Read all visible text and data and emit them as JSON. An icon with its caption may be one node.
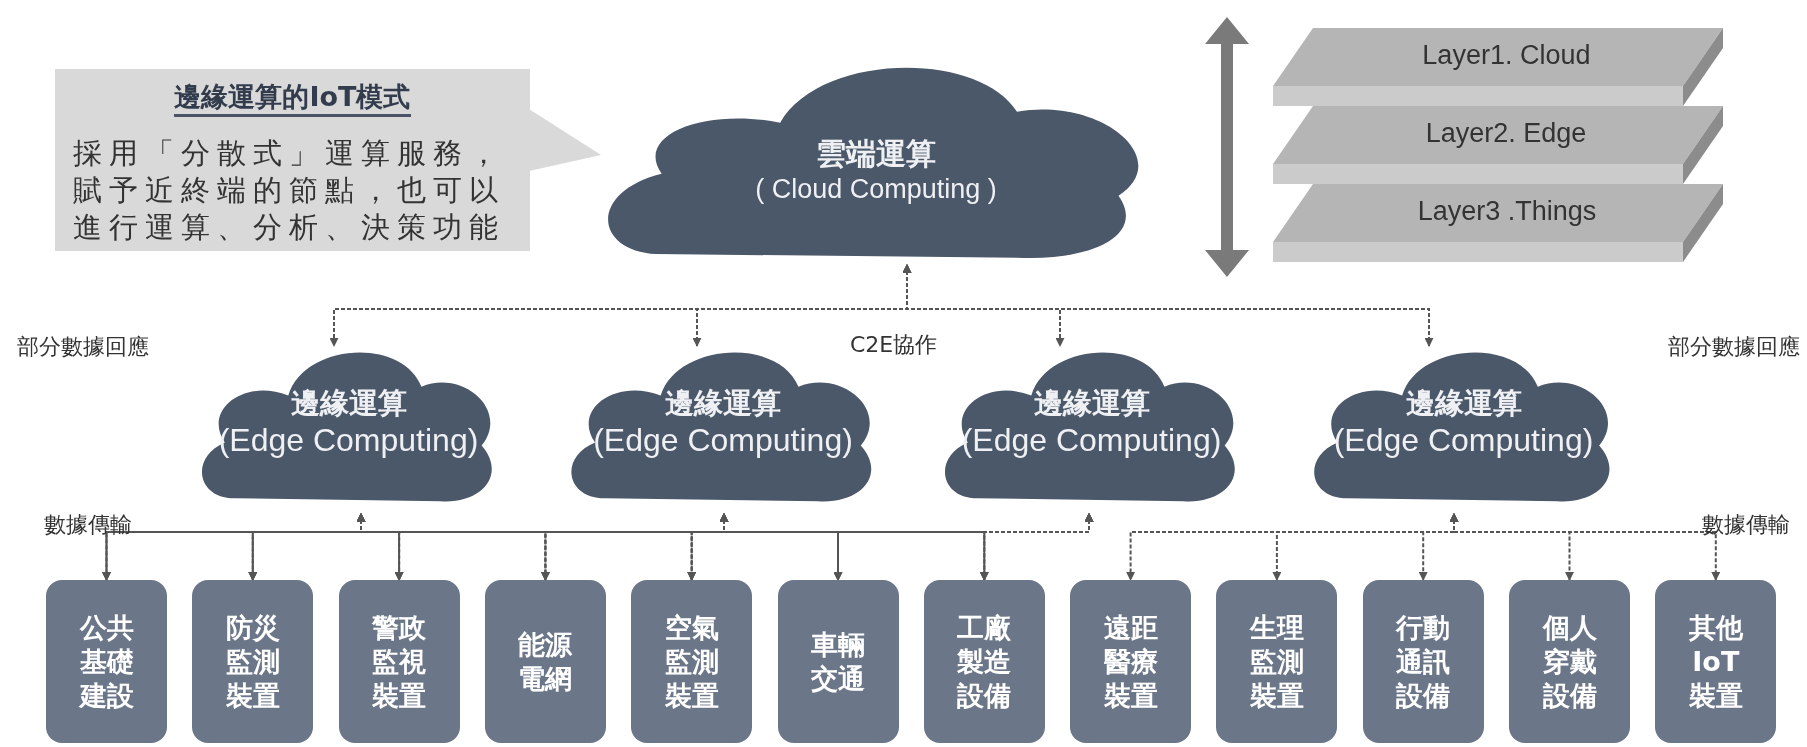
{
  "diagram": {
    "nodes": [
      {
        "text": [
          "邊緣運算的IoT模式",
          "採用「分散式」運算服務，賦予近終端的節點，也可以進行運算、分析、決策功能"
        ]
      },
      {
        "text": [
          "雲端運算",
          "( Cloud Computing )"
        ]
      },
      {
        "text": [
          "Layer1. Cloud"
        ]
      },
      {
        "text": [
          "Layer2. Edge"
        ]
      },
      {
        "text": [
          "Layer3 .Things"
        ]
      },
      {
        "text": [
          "邊緣運算",
          "(Edge Computing)"
        ]
      },
      {
        "text": [
          "邊緣運算",
          "(Edge Computing)"
        ]
      },
      {
        "text": [
          "邊緣運算",
          "(Edge Computing)"
        ]
      },
      {
        "text": [
          "邊緣運算",
          "(Edge Computing)"
        ]
      },
      {
        "text": [
          "公共基礎建設"
        ]
      },
      {
        "text": [
          "防災監測裝置"
        ]
      },
      {
        "text": [
          "警政監視裝置"
        ]
      },
      {
        "text": [
          "能源電網"
        ]
      },
      {
        "text": [
          "空氣監測裝置"
        ]
      },
      {
        "text": [
          "車輛交通"
        ]
      },
      {
        "text": [
          "工廠製造設備"
        ]
      },
      {
        "text": [
          "遠距醫療裝置"
        ]
      },
      {
        "text": [
          "生理監測裝置"
        ]
      },
      {
        "text": [
          "行動通訊設備"
        ]
      },
      {
        "text": [
          "個人穿戴設備"
        ]
      },
      {
        "text": [
          "其他IoT裝置"
        ]
      }
    ],
    "edges": [
      {
        "from": 1,
        "to": 5,
        "arrow": "both"
      },
      {
        "from": 1,
        "to": 6,
        "arrow": "both"
      },
      {
        "from": 1,
        "to": 7,
        "arrow": "both"
      },
      {
        "from": 1,
        "to": 8,
        "arrow": "both"
      },
      {
        "from": 5,
        "to": 9,
        "arrow": "both"
      },
      {
        "from": 5,
        "to": 10,
        "arrow": "both"
      },
      {
        "from": 5,
        "to": 11,
        "arrow": "both"
      },
      {
        "from": 5,
        "to": 12,
        "arrow": "both"
      },
      {
        "from": 5,
        "to": 13,
        "arrow": "both"
      },
      {
        "from": 5,
        "to": 14,
        "arrow": "both"
      },
      {
        "from": 5,
        "to": 15,
        "arrow": "both"
      },
      {
        "from": 6,
        "to": 9,
        "arrow": "both"
      },
      {
        "from": 6,
        "to": 10,
        "arrow": "both"
      },
      {
        "from": 6,
        "to": 11,
        "arrow": "both"
      },
      {
        "from": 6,
        "to": 12,
        "arrow": "both"
      },
      {
        "from": 6,
        "to": 13,
        "arrow": "both"
      },
      {
        "from": 6,
        "to": 14,
        "arrow": "both"
      },
      {
        "from": 6,
        "to": 15,
        "arrow": "both"
      },
      {
        "from": 7,
        "to": 9,
        "arrow": "both"
      },
      {
        "from": 7,
        "to": 10,
        "arrow": "both"
      },
      {
        "from": 7,
        "to": 11,
        "arrow": "both"
      },
      {
        "from": 7,
        "to": 12,
        "arrow": "both"
      },
      {
        "from": 7,
        "to": 13,
        "arrow": "both"
      },
      {
        "from": 7,
        "to": 14,
        "arrow": "both"
      },
      {
        "from": 7,
        "to": 15,
        "arrow": "both"
      },
      {
        "from": 8,
        "to": 16,
        "arrow": "both"
      },
      {
        "from": 8,
        "to": 17,
        "arrow": "both"
      },
      {
        "from": 8,
        "to": 18,
        "arrow": "both"
      },
      {
        "from": 8,
        "to": 19,
        "arrow": "both"
      },
      {
        "from": 8,
        "to": 20,
        "arrow": "both"
      }
    ],
    "labels": [
      "部分數據回應",
      "C2E協作",
      "部分數據回應",
      "數據傳輸",
      "數據傳輸"
    ]
  }
}
